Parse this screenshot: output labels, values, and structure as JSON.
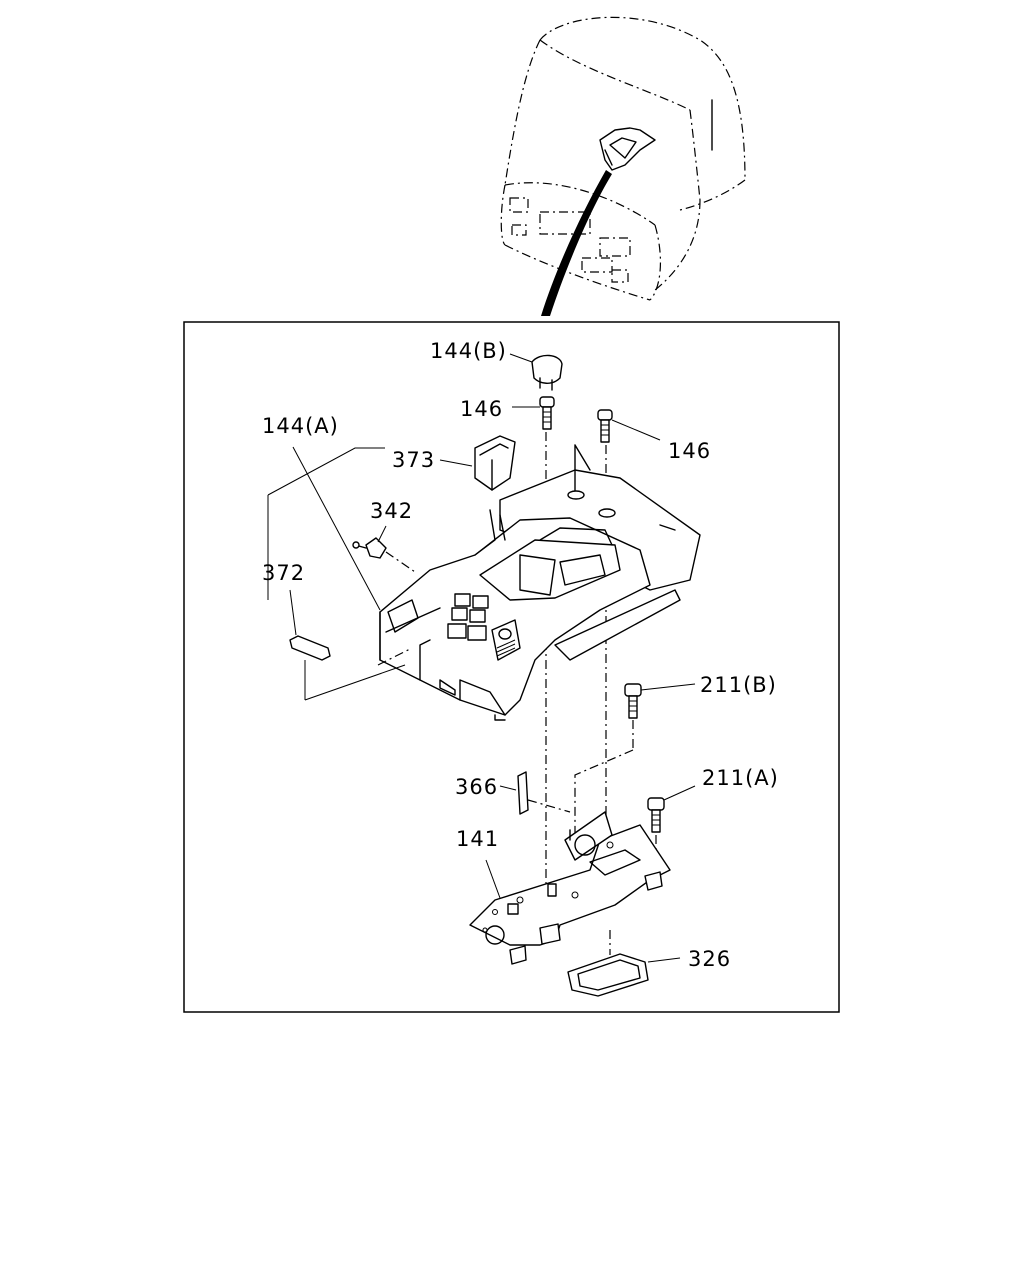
{
  "labels": {
    "p144b": "144(B)",
    "p146_left": "146",
    "p146_right": "146",
    "p144a": "144(A)",
    "p373": "373",
    "p342": "342",
    "p372": "372",
    "p211b": "211(B)",
    "p211a": "211(A)",
    "p366": "366",
    "p141": "141",
    "p326": "326"
  },
  "colors": {
    "line": "#000000",
    "background": "#ffffff"
  }
}
